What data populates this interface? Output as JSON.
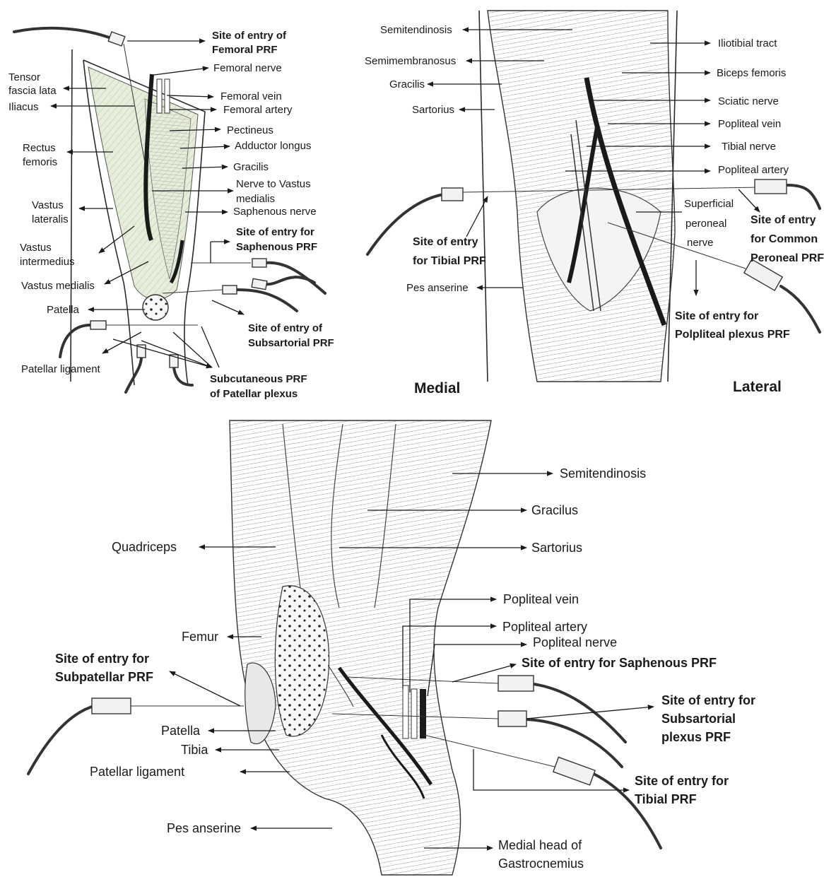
{
  "panels": {
    "thigh": {
      "labels_left": [
        "Tensor",
        "fascia lata",
        "Iliacus",
        "Rectus",
        "femoris",
        "Vastus",
        "lateralis",
        "Vastus",
        "intermedius",
        "Vastus medialis",
        "Patella",
        "Patellar ligament"
      ],
      "labels_right": [
        "Femoral nerve",
        "Femoral vein",
        "Femoral artery",
        "Pectineus",
        "Adductor longus",
        "Gracilis",
        "Nerve to Vastus",
        "medialis",
        "Saphenous nerve"
      ],
      "bold_labels": [
        "Site of entry of",
        "Femoral PRF",
        "Site of entry for",
        "Saphenous PRF",
        "Site of entry of",
        "Subsartorial PRF",
        "Subcutaneous PRF",
        "of Patellar plexus"
      ]
    },
    "posterior": {
      "labels_left": [
        "Semitendinosis",
        "Semimembranosus",
        "Gracilis",
        "Sartorius",
        "Pes anserine"
      ],
      "labels_right": [
        "Iliotibial tract",
        "Biceps femoris",
        "Sciatic nerve",
        "Popliteal vein",
        "Tibial nerve",
        "Popliteal artery",
        "Superficial",
        "peroneal",
        "nerve"
      ],
      "bold_labels": [
        "Site of entry",
        "for Tibial PRF",
        "Site of entry",
        "for Common",
        "Peroneal PRF",
        "Site of entry for",
        "Polpliteal plexus PRF"
      ],
      "side_medial": "Medial",
      "side_lateral": "Lateral"
    },
    "knee": {
      "labels_left": [
        "Quadriceps",
        "Femur",
        "Patella",
        "Tibia",
        "Patellar ligament",
        "Pes anserine"
      ],
      "labels_right": [
        "Semitendinosis",
        "Gracilus",
        "Sartorius",
        "Popliteal vein",
        "Popliteal artery",
        "Popliteal nerve",
        "Medial head of",
        "Gastrocnemius"
      ],
      "bold_labels": [
        "Site of entry for",
        "Subpatellar PRF",
        "Site of entry for Saphenous PRF",
        "Site of entry for",
        "Subsartorial",
        "plexus PRF",
        "Site of entry for",
        "Tibial PRF"
      ]
    }
  }
}
